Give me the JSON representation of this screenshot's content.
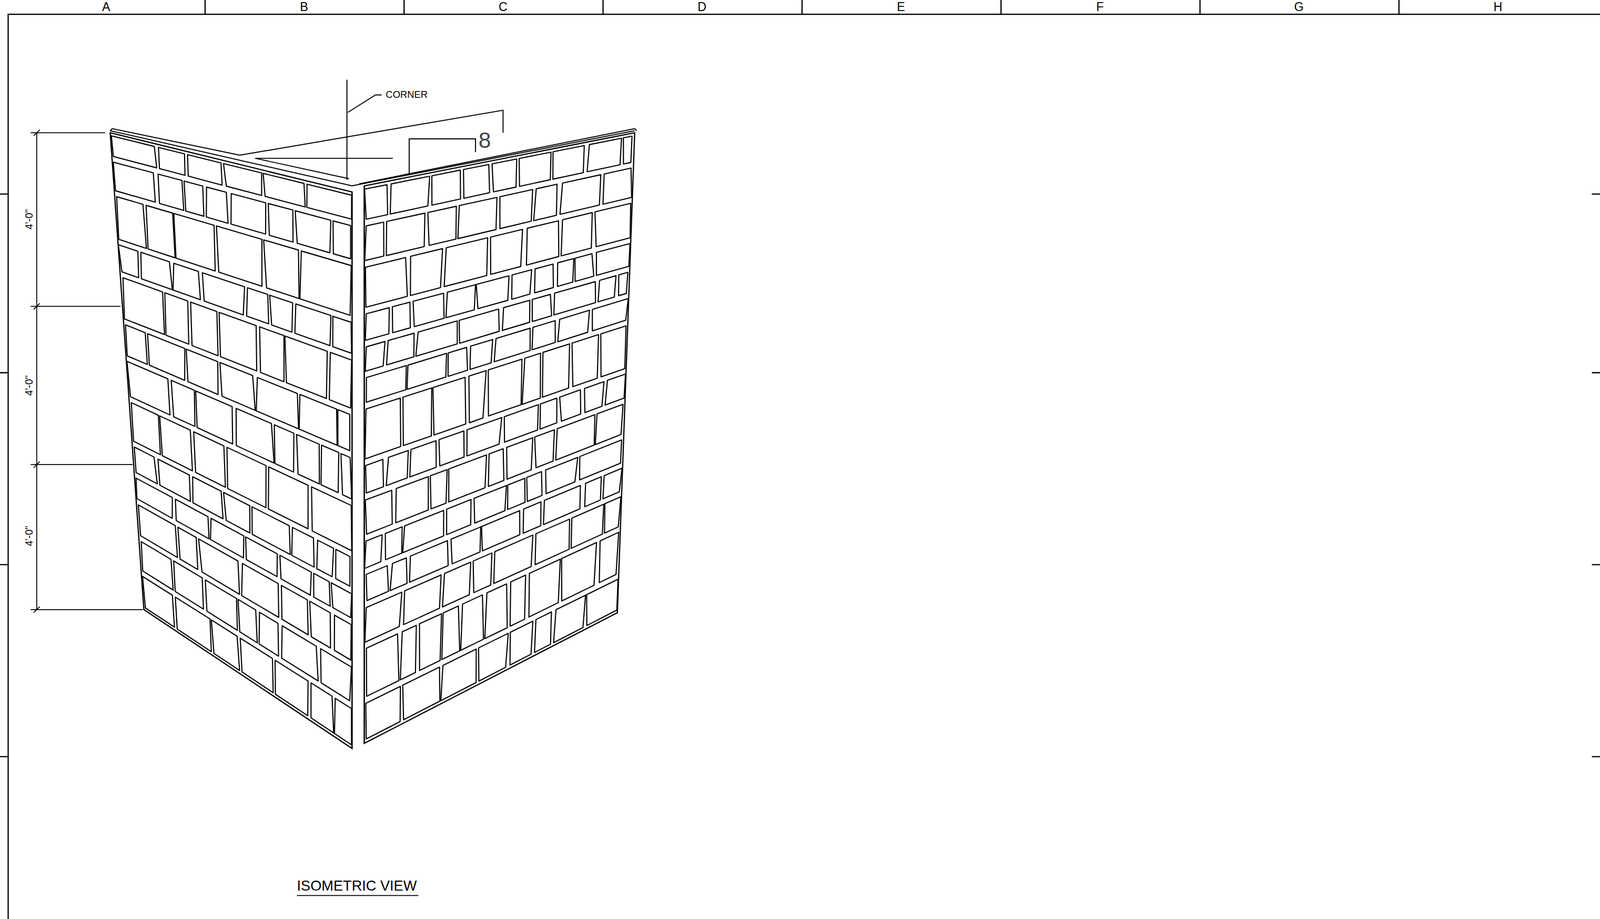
{
  "diagram": {
    "caption": "ISOMETRIC VIEW",
    "labels": [
      "A",
      "B",
      "C",
      "D",
      "E",
      "F",
      "G",
      "H",
      "CORNER",
      "8",
      "4'-0\"",
      "4'-0\"",
      "4'-0\""
    ]
  }
}
